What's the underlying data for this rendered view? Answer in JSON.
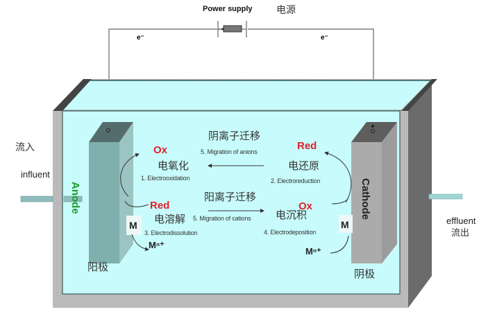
{
  "power_supply": {
    "label_en": "Power supply",
    "label_cn": "电源"
  },
  "electrons": {
    "left": "e⁻",
    "right": "e⁻"
  },
  "inlet": {
    "label_cn": "流入",
    "label_en": "influent"
  },
  "outlet": {
    "label_en": "effluent",
    "label_cn": "流出"
  },
  "anode": {
    "label_en": "Anode",
    "label_cn": "阳极",
    "color": "#1f9a2a"
  },
  "cathode": {
    "label_en": "Cathode",
    "label_cn": "阴极"
  },
  "processes": {
    "anion_migration": {
      "cn": "阴离子迁移",
      "en": "5. Migration of anions"
    },
    "cation_migration": {
      "cn": "阳离子迁移",
      "en": "5. Migration of cations"
    },
    "electrooxidation": {
      "species": "Ox",
      "cn": "电氧化",
      "en": "1. Electrooxidation"
    },
    "electroreduction": {
      "species": "Red",
      "cn": "电还原",
      "en": "2. Electroreduction"
    },
    "electrodissolution": {
      "species": "Red",
      "cn": "电溶解",
      "en": "3. Electrodissolution",
      "metal": "M",
      "ion": "Mⁿ⁺"
    },
    "electrodeposition": {
      "species": "Ox",
      "cn": "电沉积",
      "en": "4. Electrodeposition",
      "metal": "M",
      "ion": "Mⁿ⁺"
    }
  },
  "colors": {
    "solution": "#c8fbfb",
    "tank_wall": "#bdbdbd",
    "tank_dark": "#555555",
    "anode_face": "#7fb0ad",
    "cathode_face": "#a9a9a9",
    "red_text": "#e0202a"
  }
}
